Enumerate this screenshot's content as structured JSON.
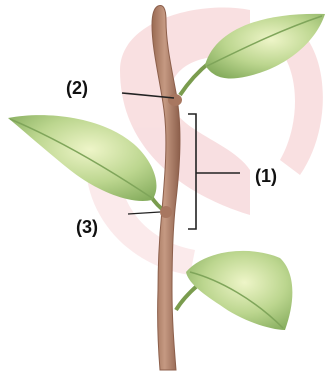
{
  "labels": {
    "part_1": "(1)",
    "part_2": "(2)",
    "part_3": "(3)"
  },
  "colors": {
    "stem": "#b07f66",
    "stem_shadow": "#8c5f4b",
    "leaf": "#a8c97a",
    "leaf_light": "#e3efb8",
    "leaf_vein": "#7fa55a",
    "watermark": "#f4c6c9",
    "pointer": "#222222"
  }
}
